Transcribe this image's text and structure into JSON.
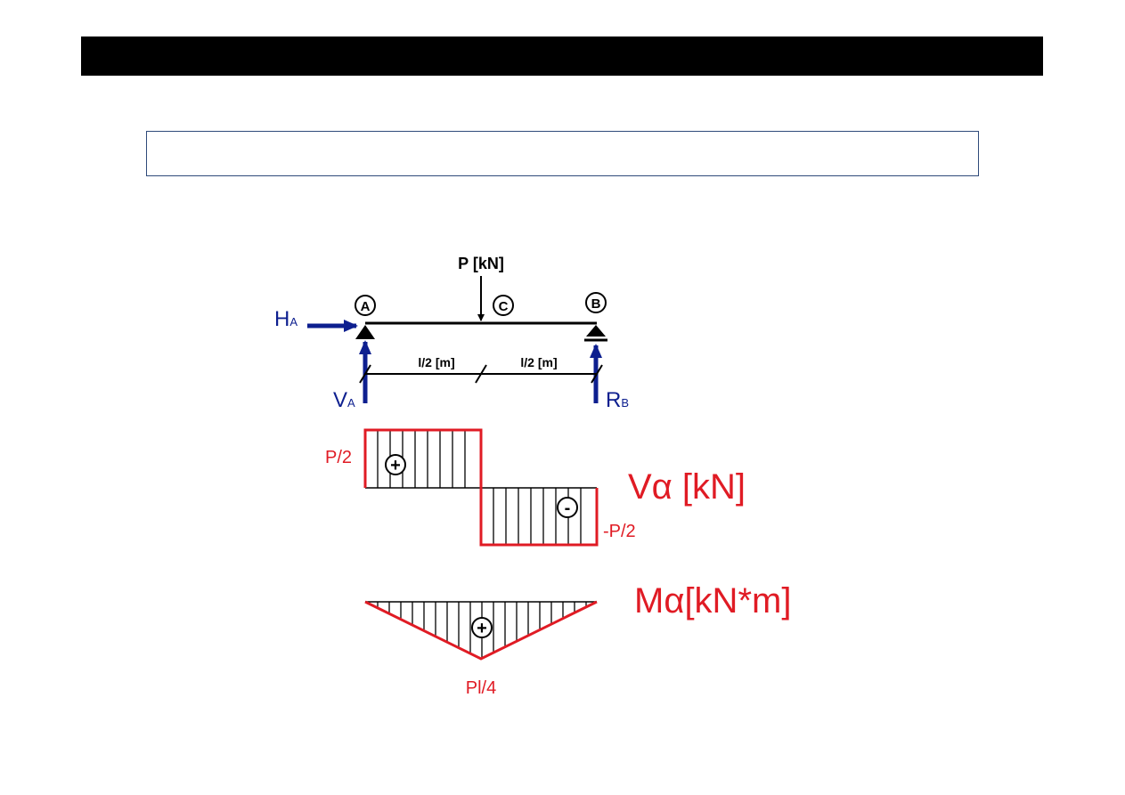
{
  "colors": {
    "structure": "#000000",
    "reaction": "#0d1f8f",
    "diagram": "#e01b24"
  },
  "beam": {
    "load_label": "P [kN]",
    "node_a": "A",
    "node_b": "B",
    "node_c": "C",
    "span_left": "l/2 [m]",
    "span_right": "l/2 [m]",
    "reaction_ha": {
      "main": "H",
      "sub": "A"
    },
    "reaction_va": {
      "main": "V",
      "sub": "A"
    },
    "reaction_rb": {
      "main": "R",
      "sub": "B"
    }
  },
  "shear": {
    "title": "Vα [kN]",
    "positive_value": "P/2",
    "negative_value": "-P/2",
    "positive_sign": "+",
    "negative_sign": "-"
  },
  "moment": {
    "title": "Mα[kN*m]",
    "max_value": "Pl/4",
    "sign": "+"
  }
}
